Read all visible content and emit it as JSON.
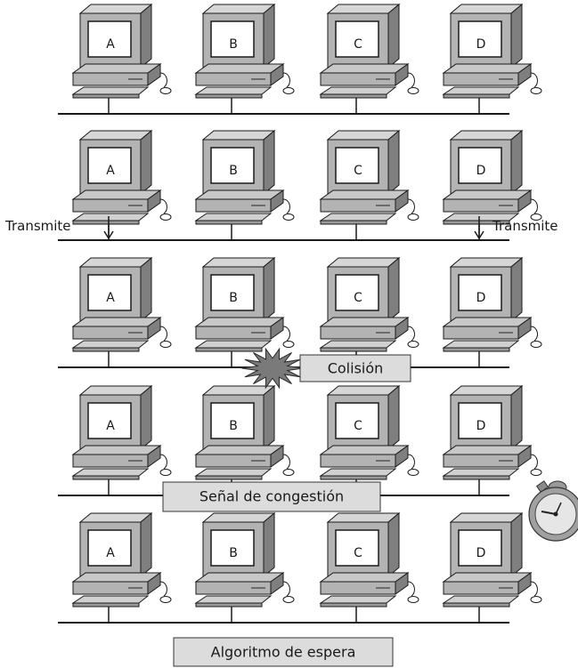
{
  "stations": [
    "A",
    "B",
    "C",
    "D"
  ],
  "labels": {
    "transmit_left": "Transmite",
    "transmit_right": "Transmite",
    "collision": "Colisión",
    "jam_signal": "Señal de congestión",
    "backoff": "Algoritmo de espera"
  },
  "icons": {
    "collision": "starburst-icon",
    "timer": "stopwatch-icon"
  },
  "colors": {
    "line": "#1a1a1a",
    "box_fill": "#dcdcdc",
    "pc_body": "#b3b3b3",
    "pc_screen": "#ffffff",
    "burst": "#7a7a7a"
  }
}
